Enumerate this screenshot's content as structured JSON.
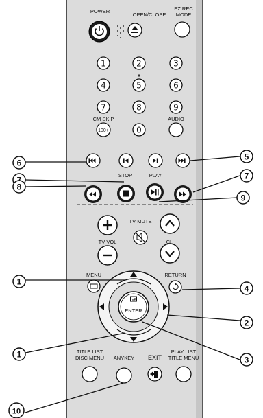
{
  "remote": {
    "power_label": "POWER",
    "open_close_label": "OPEN/CLOSE",
    "ez_rec_label_1": "EZ REC",
    "ez_rec_label_2": "MODE",
    "cm_skip_label": "CM SKIP",
    "audio_label": "AUDIO",
    "digits": [
      "1",
      "2",
      "3",
      "4",
      "5",
      "6",
      "7",
      "8",
      "9",
      "0"
    ],
    "key_100": "100+",
    "stop_label": "STOP",
    "play_label": "PLAY",
    "tv_mute_label": "TV MUTE",
    "tv_vol_label": "TV VOL",
    "ch_label": "CH",
    "menu_label": "MENU",
    "return_label": "RETURN",
    "enter_label": "ENTER",
    "title_list_label_1": "TITLE LIST",
    "title_list_label_2": "DISC MENU",
    "anykey_label": "ANYKEY",
    "exit_label": "EXIT",
    "play_list_label_1": "PLAY LIST",
    "play_list_label_2": "TITLE MENU"
  },
  "callouts": [
    "1",
    "1",
    "2",
    "3",
    "4",
    "5",
    "6",
    "7",
    "7",
    "8",
    "9",
    "10"
  ],
  "colors": {
    "body": "#dcdcdc",
    "button": "#ffffff",
    "ink": "#111111"
  }
}
